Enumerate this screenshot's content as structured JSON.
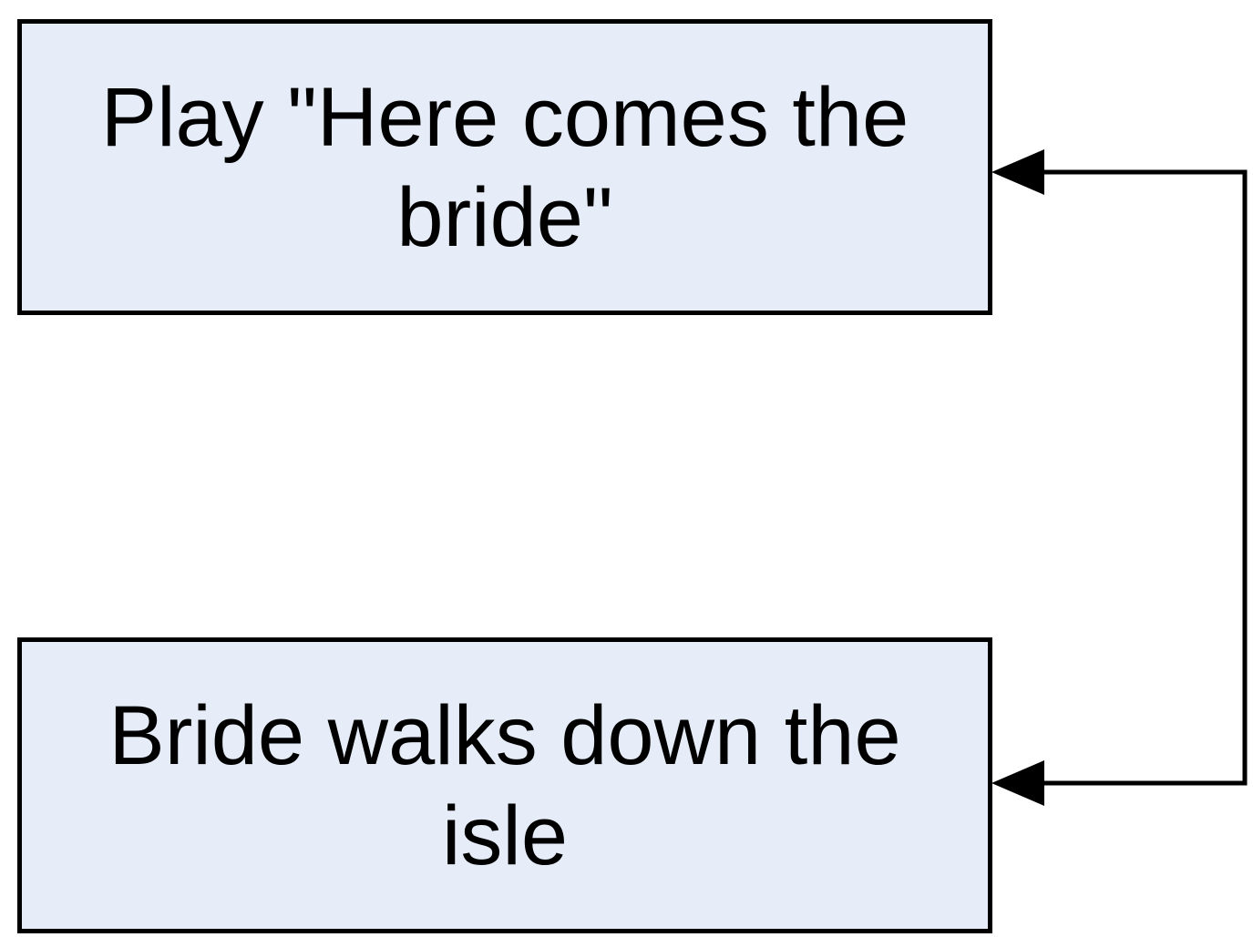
{
  "diagram": {
    "nodes": [
      {
        "id": "play-music",
        "label": "Play \"Here comes the bride\""
      },
      {
        "id": "bride-walks",
        "label": "Bride walks down the isle"
      }
    ],
    "edges": [
      {
        "from": "bride-walks",
        "to": "play-music"
      },
      {
        "from": "play-music",
        "to": "bride-walks"
      }
    ],
    "colors": {
      "node_fill": "#e6edf8",
      "stroke": "#000000",
      "background": "#ffffff"
    }
  }
}
